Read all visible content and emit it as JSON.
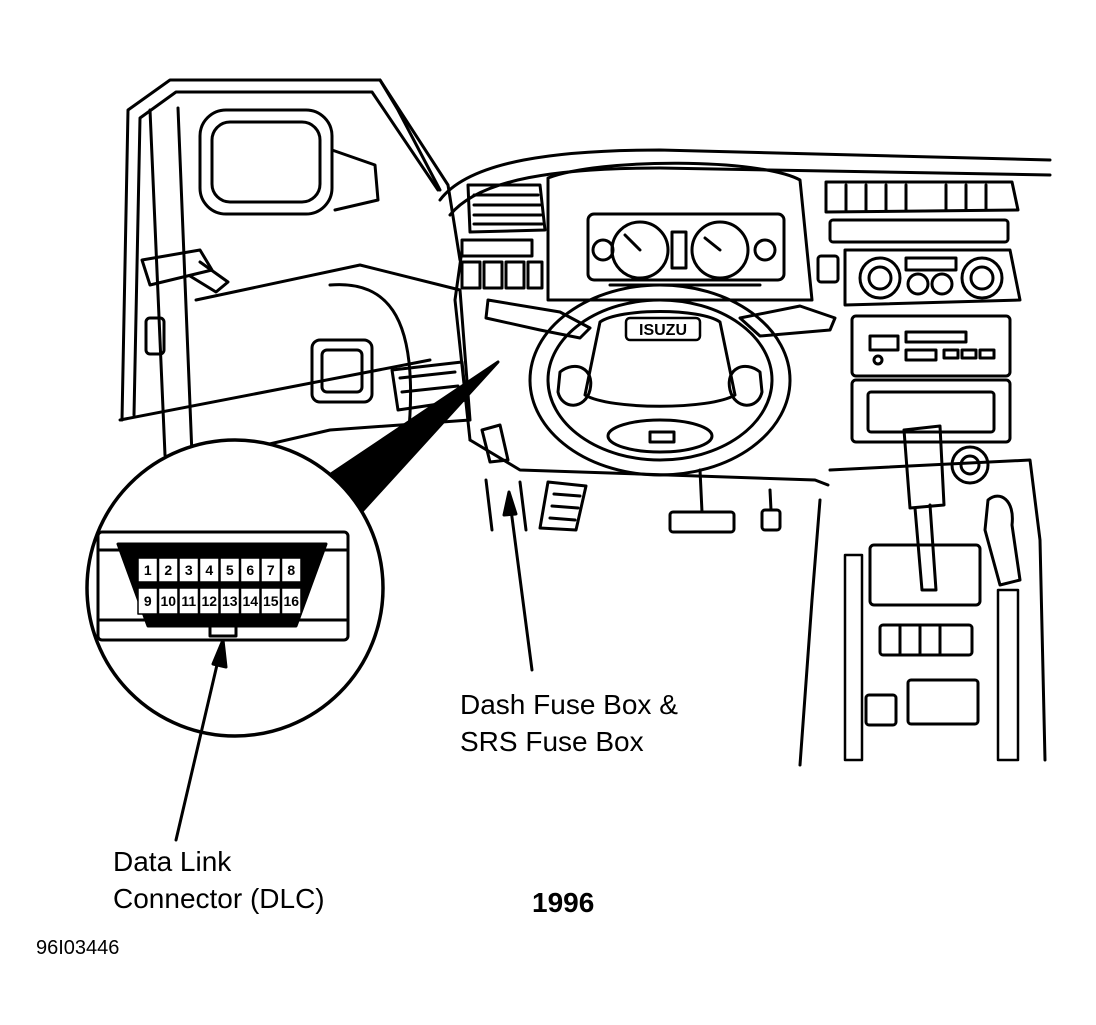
{
  "badge_text": "ISUZU",
  "callouts": {
    "fuse_box": {
      "line1": "Dash Fuse Box &",
      "line2": "SRS Fuse Box"
    },
    "dlc": {
      "line1": "Data Link",
      "line2": "Connector (DLC)"
    }
  },
  "year_label": "1996",
  "figure_code": "96I03446",
  "dlc_pins": {
    "top_row": [
      "1",
      "2",
      "3",
      "4",
      "5",
      "6",
      "7",
      "8"
    ],
    "bottom_row": [
      "9",
      "10",
      "11",
      "12",
      "13",
      "14",
      "15",
      "16"
    ]
  },
  "colors": {
    "ink": "#000000",
    "paper": "#ffffff"
  }
}
